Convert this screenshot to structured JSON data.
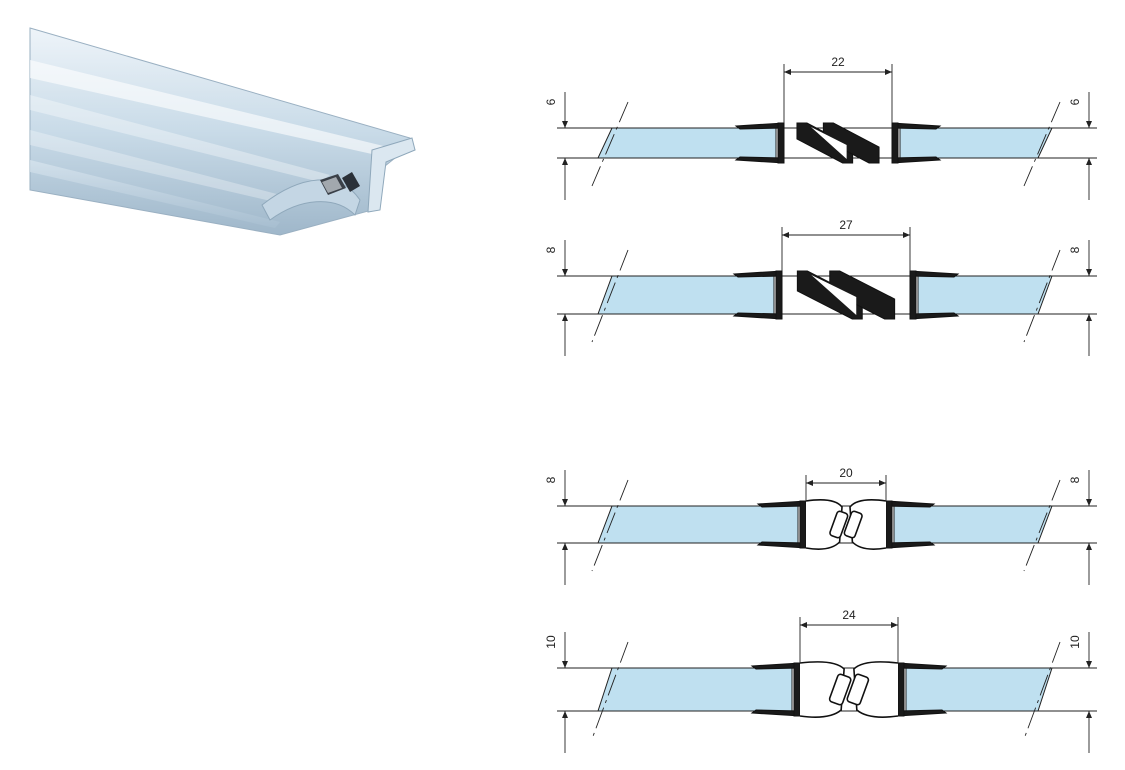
{
  "colors": {
    "glass": "#bfe0f0",
    "seal": "#1a1a1a",
    "profile_light": "#dfeaf3",
    "profile_mid": "#b9cddd",
    "line": "#222222"
  },
  "drawings": [
    {
      "id": "d1",
      "joint_width": "22",
      "glass_thickness_left": "6",
      "glass_thickness_right": "6",
      "profile": "interlock"
    },
    {
      "id": "d2",
      "joint_width": "27",
      "glass_thickness_left": "8",
      "glass_thickness_right": "8",
      "profile": "interlock"
    },
    {
      "id": "d3",
      "joint_width": "20",
      "glass_thickness_left": "8",
      "glass_thickness_right": "8",
      "profile": "magnetic"
    },
    {
      "id": "d4",
      "joint_width": "24",
      "glass_thickness_left": "10",
      "glass_thickness_right": "10",
      "profile": "magnetic"
    }
  ]
}
